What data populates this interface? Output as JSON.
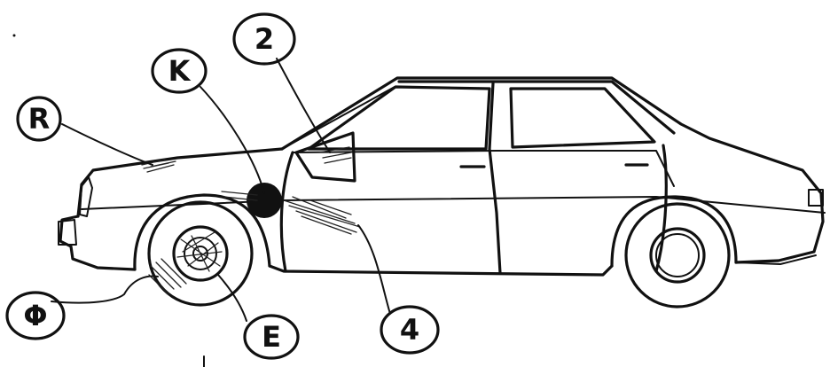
{
  "diagram": {
    "callouts": [
      {
        "id": "R",
        "label": "R"
      },
      {
        "id": "K",
        "label": "K"
      },
      {
        "id": "two",
        "label": "2"
      },
      {
        "id": "phi",
        "label": "Φ"
      },
      {
        "id": "E",
        "label": "E"
      },
      {
        "id": "four",
        "label": "4"
      }
    ]
  }
}
